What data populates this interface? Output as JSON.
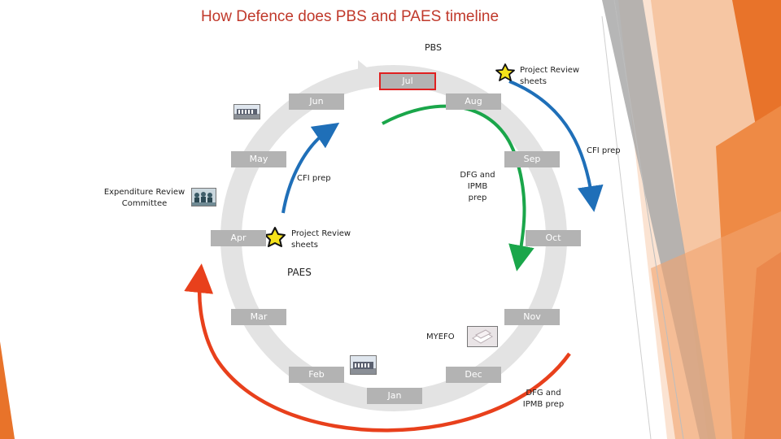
{
  "title": "How Defence does PBS and PAES timeline",
  "headings": {
    "pbs": "PBS",
    "paes": "PAES"
  },
  "months": {
    "jul": "Jul",
    "jun": "Jun",
    "aug": "Aug",
    "may": "May",
    "sep": "Sep",
    "apr": "Apr",
    "oct": "Oct",
    "mar": "Mar",
    "nov": "Nov",
    "feb": "Feb",
    "dec": "Dec",
    "jan": "Jan"
  },
  "labels": {
    "project_review_top_1": "Project Review",
    "project_review_top_2": "sheets",
    "cfi_prep_right": "CFI prep",
    "cfi_prep_inner": "CFI prep",
    "dfg_inner_1": "DFG and",
    "dfg_inner_2": "IPMB prep",
    "erc_1": "Expenditure Review",
    "erc_2": "Committee",
    "project_review_inner_1": "Project Review",
    "project_review_inner_2": "sheets",
    "myefo": "MYEFO",
    "dfg_bottom_1": "DFG and",
    "dfg_bottom_2": "IPMB prep"
  },
  "icons": [
    "star-icon",
    "building-photo-icon",
    "committee-photo-icon",
    "papers-photo-icon"
  ],
  "colors": {
    "title": "#c0392b",
    "ring": "#e3e3e3",
    "month_box": "#b3b3b3",
    "green_arrow": "#1aa64a",
    "blue_arrow": "#1f6fb8",
    "red_arrow": "#e8401c",
    "accent_orange": "#e8732a",
    "star_fill": "#f5e21a"
  }
}
